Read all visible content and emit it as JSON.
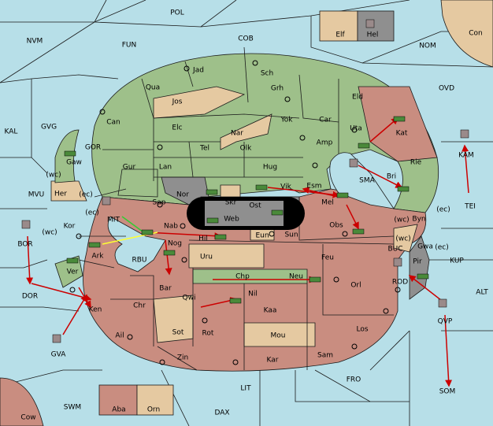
{
  "colors": {
    "sea": "#b7dfe8",
    "green": "#9ec08a",
    "red": "#c98d80",
    "tan": "#e5c9a1",
    "grey": "#8f8f8f",
    "black": "#000000",
    "order_arrow": "#cc0000",
    "support_green": "#33cc33",
    "support_yellow": "#ffff33"
  },
  "sea_labels": {
    "pol": "POL",
    "nvm": "NVM",
    "fun": "FUN",
    "cob": "COB",
    "nom": "NOM",
    "ovd": "OVD",
    "kal": "KAL",
    "gvg": "GVG",
    "mvu": "MVU",
    "bor": "BOR",
    "dor": "DOR",
    "gva": "GVA",
    "tei": "TEI",
    "kam": "KAM",
    "kup": "KUP",
    "alt": "ALT",
    "qvp": "QVP",
    "som": "SOM",
    "fro": "FRO",
    "lit": "LIT",
    "swm": "SWM",
    "dax": "DAX",
    "gor": "GOR",
    "mit": "MIT",
    "rbu": "RBU",
    "sma": "SMA",
    "buc": "BUC",
    "rod": "ROD"
  },
  "land_labels": {
    "jad": "Jad",
    "sch": "Sch",
    "qua": "Qua",
    "jos": "Jos",
    "grh": "Grh",
    "eld": "Eld",
    "can": "Can",
    "elc": "Elc",
    "nar": "Nar",
    "yok": "Yok",
    "car": "Car",
    "uta": "Uta",
    "kat": "Kat",
    "tel": "Tel",
    "olk": "Olk",
    "amp": "Amp",
    "rie": "Rie",
    "gur": "Gur",
    "lan": "Lan",
    "hug": "Hug",
    "bri": "Bri",
    "esm": "Esm",
    "nor": "Nor",
    "skr": "Skr",
    "ost": "Ost",
    "vik": "Vik",
    "mel": "Mel",
    "sap": "Sap",
    "web": "Web",
    "byn": "Byn",
    "nab": "Nab",
    "eun": "Eun",
    "sun": "Sun",
    "obs": "Obs",
    "hil": "Hil",
    "nog": "Nog",
    "gaw": "Gaw",
    "her": "Her",
    "kor": "Kor",
    "ark": "Ark",
    "ver": "Ver",
    "ken": "Ken",
    "uru": "Uru",
    "feu": "Feu",
    "chp": "Chp",
    "neu": "Neu",
    "nil": "Nil",
    "bar": "Bar",
    "qwi": "Qwi",
    "chr": "Chr",
    "orl": "Orl",
    "kaa": "Kaa",
    "sot": "Sot",
    "rot": "Rot",
    "ail": "Ail",
    "mou": "Mou",
    "los": "Los",
    "zin": "Zin",
    "kar": "Kar",
    "sam": "Sam",
    "gwa": "Gwa",
    "pir": "Pir",
    "elf": "Elf",
    "hel": "Hel",
    "con": "Con",
    "cow": "Cow",
    "aba": "Aba",
    "orn": "Orn"
  },
  "coast_labels": {
    "wc1": "(wc)",
    "ec1": "(ec)",
    "ec2": "(ec)",
    "wc2": "(wc)",
    "wc3": "(wc)",
    "ec3": "(ec)",
    "wc4": "(wc)",
    "ec4": "(ec)"
  }
}
